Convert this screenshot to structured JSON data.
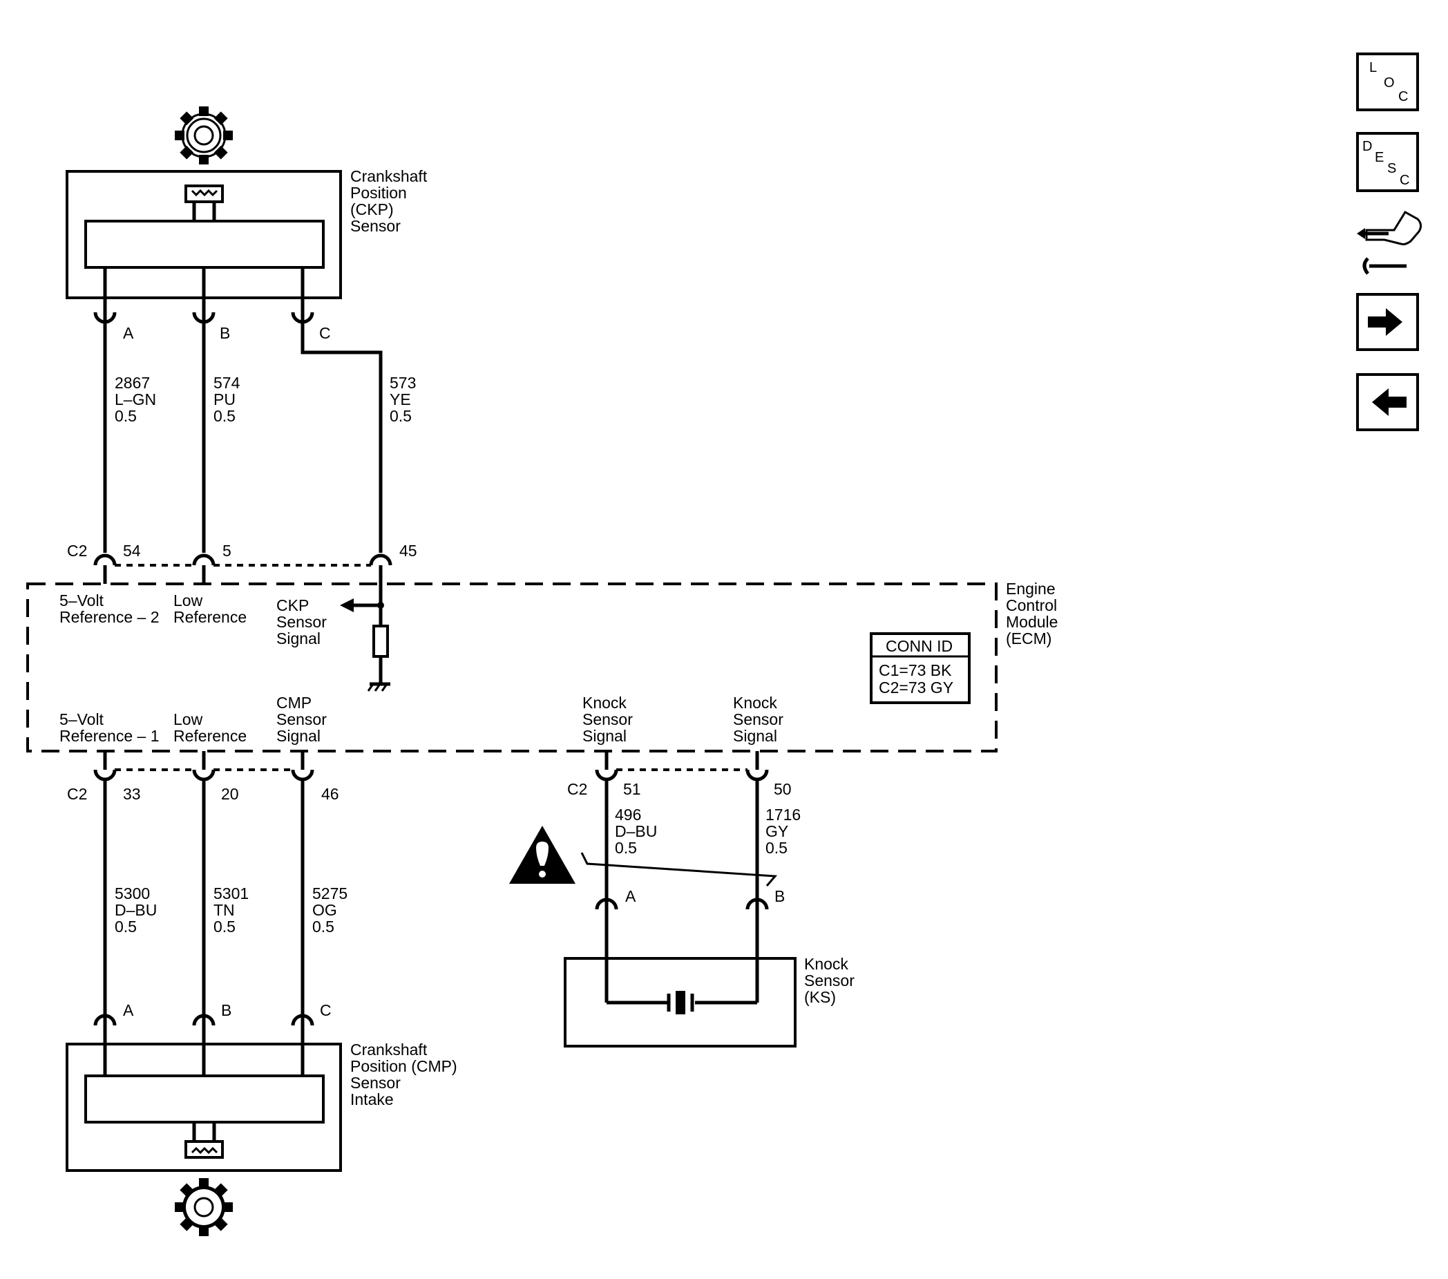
{
  "ckp_sensor": {
    "label_lines": [
      "Crankshaft",
      "Position",
      "(CKP)",
      "Sensor"
    ],
    "pins": [
      "A",
      "B",
      "C"
    ]
  },
  "cmp_sensor": {
    "label_lines": [
      "Crankshaft",
      "Position (CMP)",
      "Sensor",
      "Intake"
    ],
    "pins": [
      "A",
      "B",
      "C"
    ]
  },
  "knock_sensor": {
    "label_lines": [
      "Knock",
      "Sensor",
      "(KS)"
    ],
    "pins": [
      "A",
      "B"
    ]
  },
  "ecm": {
    "label_lines": [
      "Engine",
      "Control",
      "Module",
      "(ECM)"
    ],
    "conn_id": {
      "title": "CONN ID",
      "lines": [
        "C1=73 BK",
        "C2=73 GY"
      ]
    },
    "top_connector": {
      "name": "C2",
      "pins": [
        "54",
        "5",
        "45"
      ]
    },
    "bottom_connector": {
      "name": "C2",
      "pins": [
        "33",
        "20",
        "46"
      ]
    },
    "knock_connector": {
      "name": "C2",
      "pins": [
        "51",
        "50"
      ]
    },
    "top_labels": [
      [
        "5–Volt",
        "Reference – 2"
      ],
      [
        "Low",
        "Reference"
      ],
      [
        "CKP",
        "Sensor",
        "Signal"
      ]
    ],
    "bottom_labels": [
      [
        "5–Volt",
        "Reference – 1"
      ],
      [
        "Low",
        "Reference"
      ],
      [
        "CMP",
        "Sensor",
        "Signal"
      ],
      [
        "Knock",
        "Sensor",
        "Signal"
      ],
      [
        "Knock",
        "Sensor",
        "Signal"
      ]
    ]
  },
  "wires_top": [
    {
      "circuit": "2867",
      "color": "L–GN",
      "size": "0.5"
    },
    {
      "circuit": "574",
      "color": "PU",
      "size": "0.5"
    },
    {
      "circuit": "573",
      "color": "YE",
      "size": "0.5"
    }
  ],
  "wires_bottom": [
    {
      "circuit": "5300",
      "color": "D–BU",
      "size": "0.5"
    },
    {
      "circuit": "5301",
      "color": "TN",
      "size": "0.5"
    },
    {
      "circuit": "5275",
      "color": "OG",
      "size": "0.5"
    }
  ],
  "wires_knock": [
    {
      "circuit": "496",
      "color": "D–BU",
      "size": "0.5"
    },
    {
      "circuit": "1716",
      "color": "GY",
      "size": "0.5"
    }
  ],
  "nav": [
    {
      "name": "location",
      "glyph": "LOC"
    },
    {
      "name": "description",
      "glyph": "DESC"
    },
    {
      "name": "connector-repair",
      "glyph": ""
    },
    {
      "name": "next",
      "glyph": ""
    },
    {
      "name": "previous",
      "glyph": ""
    }
  ],
  "icons": {
    "gear": "gear-icon",
    "warning": "warning-icon",
    "ground": "ground-icon",
    "resistor": "resistor-icon",
    "arrow_right": "arrow-right-icon",
    "arrow_left": "arrow-left-icon"
  }
}
